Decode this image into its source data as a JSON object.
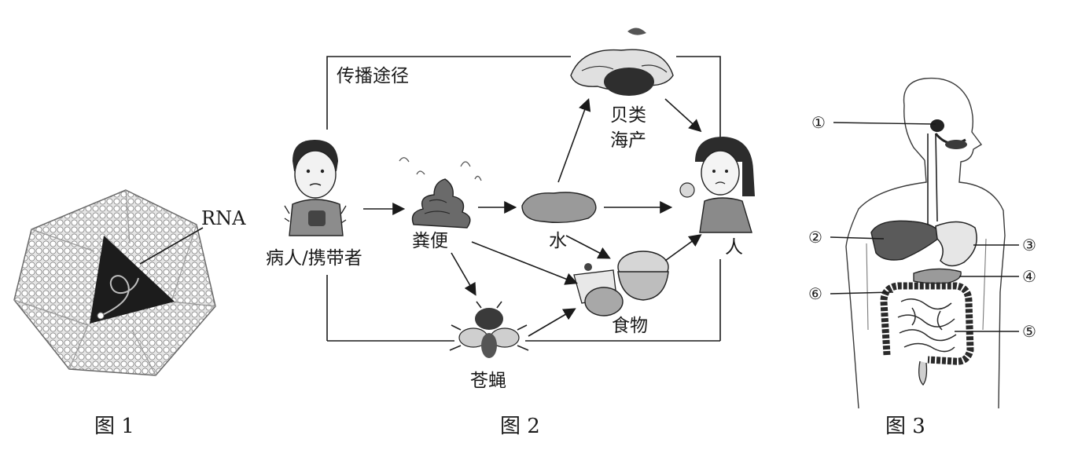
{
  "figure1": {
    "caption": "图 1",
    "label_rna": "RNA"
  },
  "figure2": {
    "caption": "图 2",
    "frame_title": "传播途径",
    "nodes": {
      "patient": "病人/携带者",
      "feces": "粪便",
      "water": "水",
      "shellfish_line1": "贝类",
      "shellfish_line2": "海产",
      "fly": "苍蝇",
      "food": "食物",
      "person": "人"
    }
  },
  "figure3": {
    "caption": "图 3",
    "markers": [
      "①",
      "②",
      "③",
      "④",
      "⑤",
      "⑥"
    ]
  },
  "colors": {
    "ink": "#1a1a1a",
    "paper": "#ffffff",
    "shade": "#cfcfcf"
  }
}
